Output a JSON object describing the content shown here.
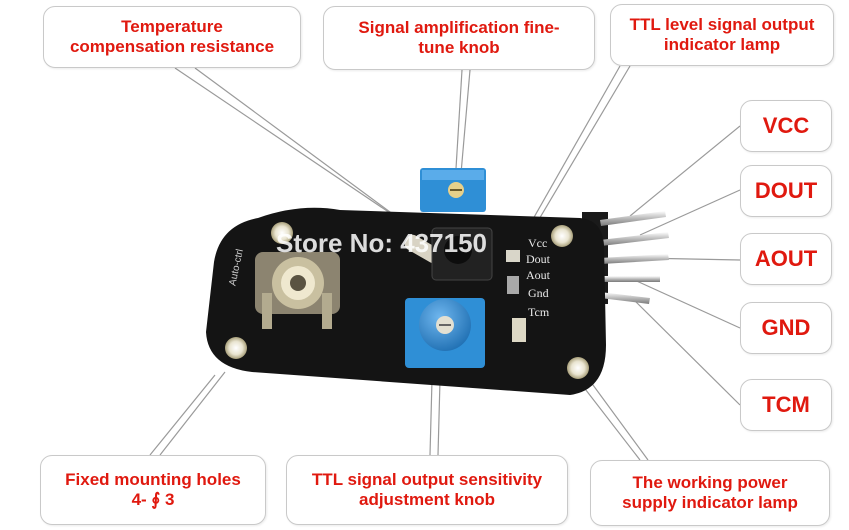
{
  "labels": {
    "temp_comp_resistance": [
      "Temperature",
      "compensation resistance"
    ],
    "signal_amp_knob": [
      "Signal amplification fine-",
      "tune knob"
    ],
    "ttl_indicator_lamp": [
      "TTL level signal output",
      "indicator lamp"
    ],
    "vcc": "VCC",
    "dout": "DOUT",
    "aout": "AOUT",
    "gnd": "GND",
    "tcm": "TCM",
    "mounting_holes": [
      "Fixed mounting holes",
      "4- ∮ 3"
    ],
    "ttl_sensitivity_knob": [
      "TTL signal output sensitivity",
      "adjustment knob"
    ],
    "power_indicator_lamp": [
      "The working power",
      "supply indicator lamp"
    ]
  },
  "board": {
    "pin_silkscreen": [
      "Vcc",
      "Dout",
      "Aout",
      "Gnd",
      "Tcm"
    ],
    "connector_silkscreen": "Auto-ctrl"
  },
  "watermark": "Store No: 437150",
  "colors": {
    "label_text": "#e0190f",
    "board": "#141414",
    "potentiometer": "#2f8fd6"
  }
}
